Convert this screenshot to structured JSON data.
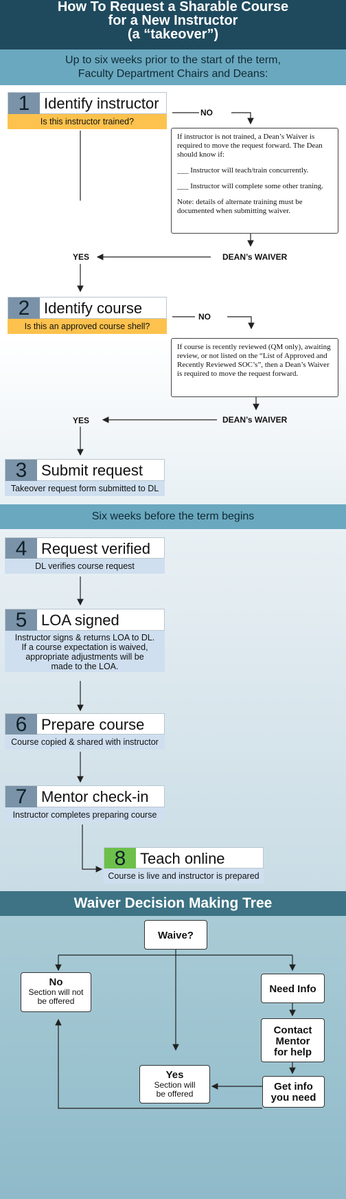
{
  "title": {
    "line1": "How To Request a Sharable Course",
    "line2": "for a New Instructor",
    "line3": "(a “takeover”)"
  },
  "intro": {
    "line1": "Up to six weeks prior to the start of the term,",
    "line2": "Faculty Department Chairs and Deans:"
  },
  "steps": [
    {
      "num": "1",
      "label": "Identify instructor",
      "sub": "Is this instructor trained?"
    },
    {
      "num": "2",
      "label": "Identify course",
      "sub": "Is this an approved course shell?"
    },
    {
      "num": "3",
      "label": "Submit request",
      "sub": "Takeover request form submitted to DL"
    },
    {
      "num": "4",
      "label": "Request verified",
      "sub": "DL verifies course request"
    },
    {
      "num": "5",
      "label": "LOA signed",
      "sub1": "Instructor signs & returns LOA to DL.",
      "sub2": "If a course expectation is waived,",
      "sub3": "appropriate adjustments will be",
      "sub4": "made to the LOA."
    },
    {
      "num": "6",
      "label": "Prepare course",
      "sub": "Course copied & shared with instructor"
    },
    {
      "num": "7",
      "label": "Mentor check-in",
      "sub": "Instructor completes preparing course"
    },
    {
      "num": "8",
      "label": "Teach online",
      "sub": "Course is live and instructor is prepared"
    }
  ],
  "labels": {
    "no": "NO",
    "yes": "YES",
    "deans_waiver": "DEAN’s WAIVER"
  },
  "note1": {
    "p1": "If instructor is not trained, a Dean’s Waiver is required to move the request forward. The Dean should know if:",
    "p2": "___ Instructor will teach/train concurrently.",
    "p3": "___ Instructor will complete some other traning.",
    "p4": "Note: details of alternate training must be documented when submitting waiver."
  },
  "note2": {
    "p1": "If course is recently reviewed (QM only), awaiting review, or not listed on the “List of Approved and Recently Reviewed SOC’s”, then a Dean’s Waiver is required to move the request forward."
  },
  "six_weeks": "Six weeks before the term begins",
  "waiver_tree": {
    "title": "Waiver Decision Making Tree",
    "waive": "Waive?",
    "no": {
      "head": "No",
      "l1": "Section will not",
      "l2": "be offered"
    },
    "need_info": "Need Info",
    "contact": {
      "l1": "Contact",
      "l2": "Mentor",
      "l3": "for help"
    },
    "get_info": {
      "l1": "Get info",
      "l2": "you need"
    },
    "yes": {
      "head": "Yes",
      "l1": "Section will",
      "l2": "be offered"
    }
  },
  "colors": {
    "header": "#1f4a5e",
    "band": "#6aa8bf",
    "yellow": "#fdc24d",
    "num_box": "#7b93a8",
    "green": "#6cc04a",
    "sub_blue": "#cfdfef"
  }
}
